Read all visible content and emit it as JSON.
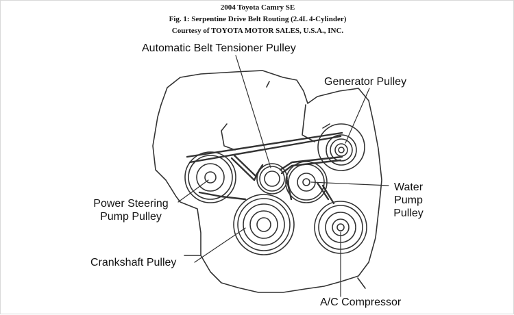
{
  "header": {
    "vehicle": "2004 Toyota Camry SE",
    "figure": "Fig. 1: Serpentine Drive Belt Routing (2.4L 4-Cylinder)",
    "courtesy": "Courtesy of TOYOTA MOTOR SALES, U.S.A., INC."
  },
  "labels": {
    "tensioner": "Automatic Belt Tensioner Pulley",
    "generator": "Generator Pulley",
    "water_pump_1": "Water",
    "water_pump_2": "Pump",
    "water_pump_3": "Pulley",
    "power_steering_1": "Power Steering",
    "power_steering_2": "Pump Pulley",
    "crankshaft": "Crankshaft Pulley",
    "ac_compressor": "A/C Compressor"
  }
}
